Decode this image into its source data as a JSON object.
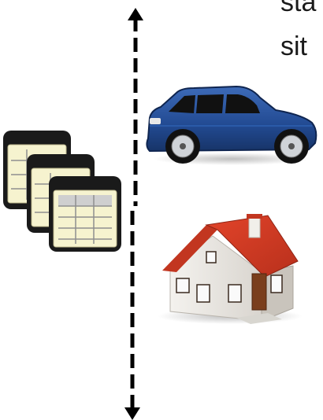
{
  "text": {
    "line1": "sta",
    "line2": "sit"
  },
  "icons": {
    "tables": "spreadsheet-stack-icon",
    "car": "car-icon",
    "house": "house-icon",
    "axis": "vertical-dashed-axis"
  }
}
